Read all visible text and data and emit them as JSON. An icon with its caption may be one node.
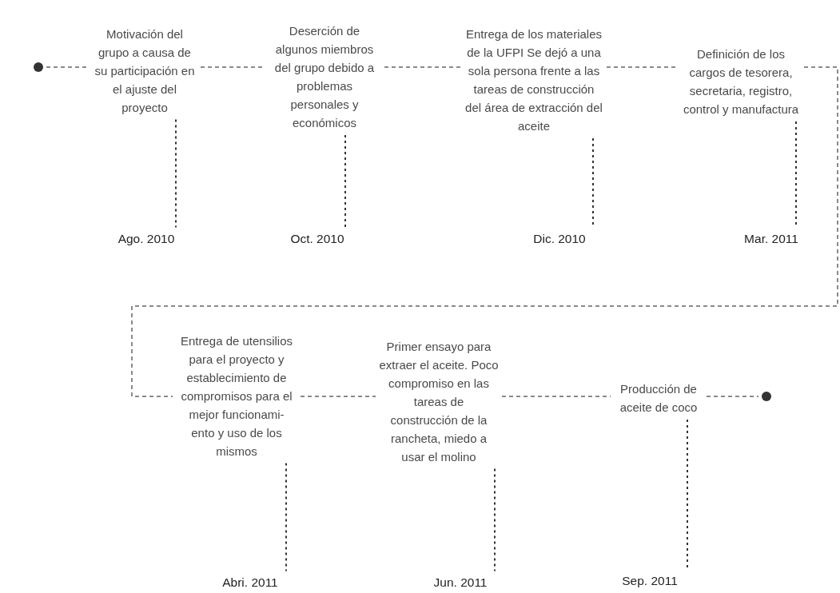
{
  "diagram": {
    "nodes": [
      {
        "text": [],
        "shape": "circle"
      },
      {
        "text": [
          "Motivación del grupo a causa de su participación en el ajuste del proyecto"
        ]
      },
      {
        "text": [
          "Deserción de algunos miembros del grupo debido a problemas personales y económicos"
        ]
      },
      {
        "text": [
          "Entrega de los materiales de la UFPI Se dejó a una sola persona frente a las tareas de construcción del área de extracción del aceite"
        ]
      },
      {
        "text": [
          "Definición de los cargos de tesorera, secretaria, registro, control y manufactura"
        ]
      },
      {
        "text": [
          "Ago. 2010"
        ]
      },
      {
        "text": [
          "Oct. 2010"
        ]
      },
      {
        "text": [
          "Dic. 2010"
        ]
      },
      {
        "text": [
          "Mar. 2011"
        ]
      },
      {
        "text": [
          "Entrega de utensilios para el proyecto y establecimiento de compromisos para el mejor funcionami- ento y uso de los mismos"
        ]
      },
      {
        "text": [
          "Primer ensayo para extraer el aceite. Poco compromiso en las tareas de construcción de la rancheta, miedo a usar el molino"
        ]
      },
      {
        "text": [
          "Producción de aceite de coco"
        ]
      },
      {
        "text": [],
        "shape": "circle"
      },
      {
        "text": [
          "Abri. 2011"
        ]
      },
      {
        "text": [
          "Jun. 2011"
        ]
      },
      {
        "text": [
          "Sep. 2011"
        ]
      }
    ],
    "edges": [
      {
        "from": 0,
        "to": 1,
        "arrow": "none",
        "style": "dashed"
      },
      {
        "from": 1,
        "to": 2,
        "arrow": "none",
        "style": "dashed"
      },
      {
        "from": 2,
        "to": 3,
        "arrow": "none",
        "style": "dashed"
      },
      {
        "from": 3,
        "to": 4,
        "arrow": "none",
        "style": "dashed"
      },
      {
        "from": 4,
        "to": 9,
        "arrow": "none",
        "style": "dashed"
      },
      {
        "from": 9,
        "to": 10,
        "arrow": "none",
        "style": "dashed"
      },
      {
        "from": 10,
        "to": 11,
        "arrow": "none",
        "style": "dashed"
      },
      {
        "from": 11,
        "to": 12,
        "arrow": "none",
        "style": "dashed"
      },
      {
        "from": 1,
        "to": 5,
        "arrow": "none",
        "style": "dashed",
        "color": "#333333"
      },
      {
        "from": 2,
        "to": 6,
        "arrow": "none",
        "style": "dashed",
        "color": "#333333"
      },
      {
        "from": 3,
        "to": 7,
        "arrow": "none",
        "style": "dashed",
        "color": "#333333"
      },
      {
        "from": 4,
        "to": 8,
        "arrow": "none",
        "style": "dashed",
        "color": "#333333"
      },
      {
        "from": 9,
        "to": 13,
        "arrow": "none",
        "style": "dashed",
        "color": "#333333"
      },
      {
        "from": 10,
        "to": 14,
        "arrow": "none",
        "style": "dashed",
        "color": "#333333"
      },
      {
        "from": 11,
        "to": 15,
        "arrow": "none",
        "style": "dashed",
        "color": "#333333"
      }
    ]
  }
}
